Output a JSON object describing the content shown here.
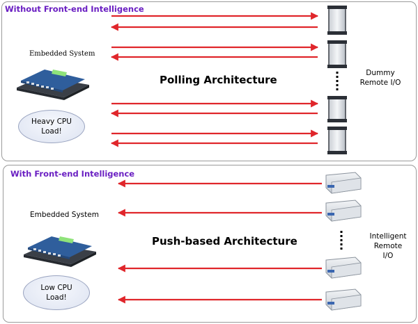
{
  "top": {
    "title": "Without Front-end Intelligence",
    "system_label": "Embedded System",
    "cpu_load": "Heavy CPU Load!",
    "architecture": "Polling Architecture",
    "remote_label_line1": "Dummy",
    "remote_label_line2": "Remote I/O"
  },
  "bottom": {
    "title": "With Front-end Intelligence",
    "system_label": "Embedded System",
    "cpu_load": "Low CPU Load!",
    "architecture": "Push-based Architecture",
    "remote_label_line1": "Intelligent",
    "remote_label_line2": "Remote",
    "remote_label_line3": "I/O"
  },
  "colors": {
    "arrow": "#e0262b",
    "title": "#6a1fc2"
  }
}
